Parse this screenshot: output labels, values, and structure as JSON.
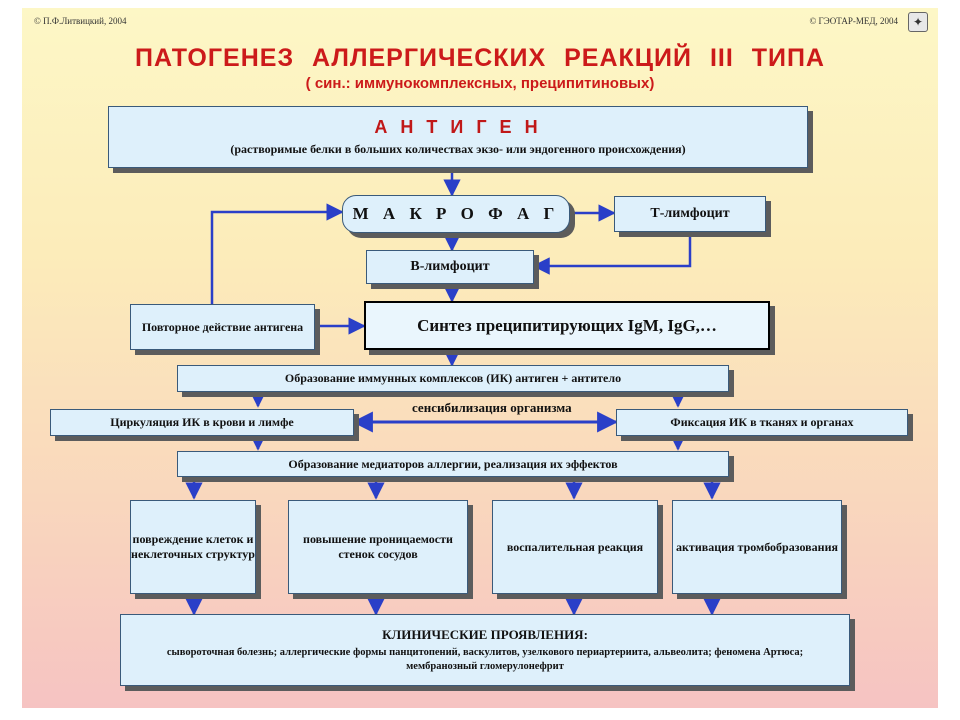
{
  "header": {
    "copyright_left": "© П.Ф.Литвицкий, 2004",
    "copyright_right": "© ГЭОТАР-МЕД, 2004",
    "nav_icon": "arrow-navigation-icon",
    "title": "ПАТОГЕНЕЗ АЛЛЕРГИЧЕСКИХ РЕАКЦИЙ III ТИПА",
    "subtitle": "( син.: иммунокомплексных, преципитиновых)"
  },
  "nodes": {
    "antigen_title": "А Н Т И Г Е Н",
    "antigen_desc": "(растворимые белки в больших количествах экзо- или эндогенного происхождения)",
    "macrophage": "М А К Р О Ф А Г",
    "t_lymphocyte": "Т-лимфоцит",
    "b_lymphocyte": "В-лимфоцит",
    "repeat_antigen": "Повторное действие антигена",
    "synthesis": "Синтез преципитирующих IgM, IgG,…",
    "immune_complex": "Образование иммунных комплексов (ИК) антиген + антитело",
    "circulation": "Циркуляция ИК в крови и лимфе",
    "sensitization": "сенсибилизация организма",
    "fixation": "Фиксация ИК в тканях и органах",
    "mediators": "Образование медиаторов аллергии, реализация их эффектов",
    "cell_damage": "повреждение клеток и неклеточных структур",
    "permeability": "повышение проницаемости стенок сосудов",
    "inflammation": "воспалительная реакция",
    "thrombosis": "активация тромбобразования",
    "clinical_title": "КЛИНИЧЕСКИЕ ПРОЯВЛЕНИЯ:",
    "clinical_desc": "сывороточная болезнь; аллергические формы панцитопений, васкулитов, узелкового периартериита, альвеолита; феномена Артюса; мембранозный гломерулонефрит"
  },
  "colors": {
    "title": "#cc1a1a",
    "arrow": "#2a3fc8",
    "box_fill": "#def0fb",
    "shadow": "#5c5c5c"
  }
}
